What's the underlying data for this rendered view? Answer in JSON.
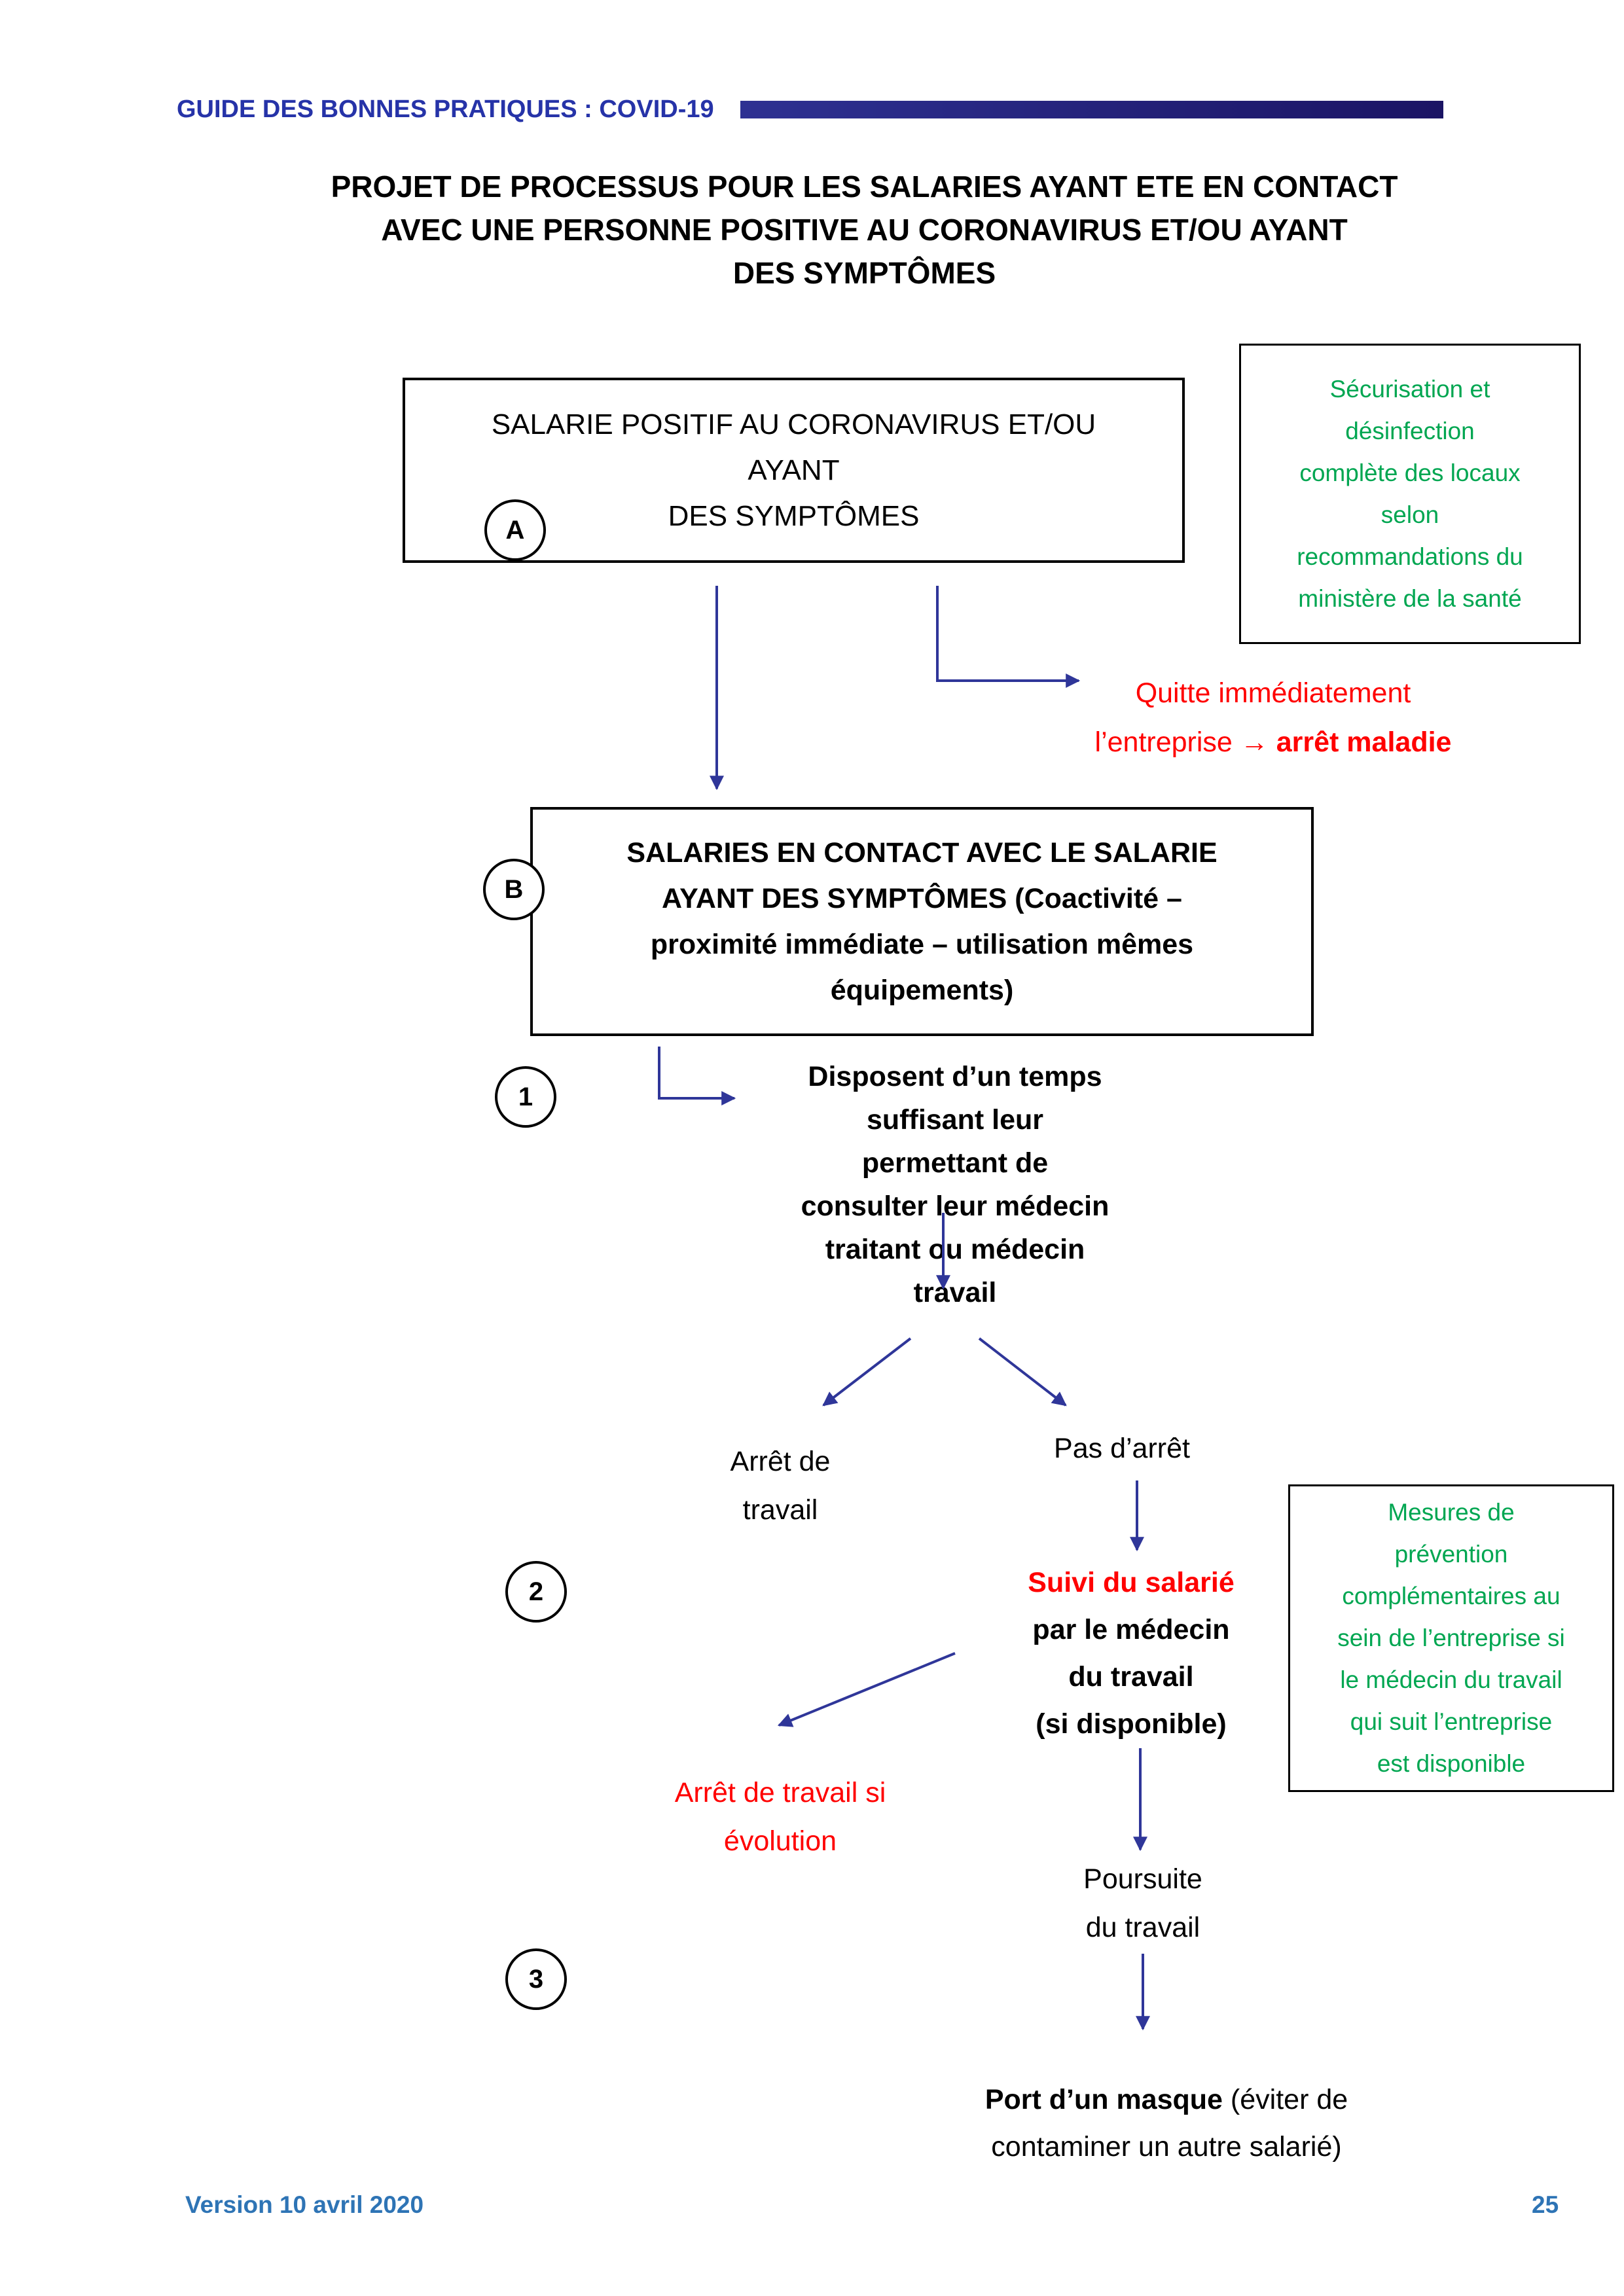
{
  "colors": {
    "header_blue": "#2633a8",
    "bar_start": "#2e3192",
    "bar_end": "#1b1464",
    "green": "#00a651",
    "red": "#ff0000",
    "arrow": "#2f3699",
    "footer_blue": "#2e74b5"
  },
  "header": {
    "title": "GUIDE DES BONNES PRATIQUES : COVID-19"
  },
  "document_title_lines": [
    "PROJET DE PROCESSUS POUR LES SALARIES AYANT ETE EN CONTACT",
    "AVEC UNE PERSONNE POSITIVE AU CORONAVIRUS ET/OU AYANT",
    "DES SYMPTÔMES"
  ],
  "flow": {
    "badge_a": "A",
    "badge_b": "B",
    "badge_1": "1",
    "badge_2": "2",
    "badge_3": "3",
    "box_positive_lines": [
      "SALARIE POSITIF AU CORONAVIRUS ET/OU",
      "AYANT",
      "DES SYMPTÔMES"
    ],
    "note_disinfection_lines": [
      "Sécurisation et",
      "désinfection",
      "complète des locaux",
      "selon",
      "recommandations du",
      "ministère de la santé"
    ],
    "exit_note": {
      "normal": "Quitte immédiatement l’entreprise ",
      "arrow_icon": "→",
      "bold": " arrêt maladie"
    },
    "box_contact_lines": [
      "SALARIES EN CONTACT AVEC LE SALARIE",
      "AYANT DES SYMPTÔMES (Coactivité –",
      "proximité immédiate – utilisation mêmes",
      "équipements)"
    ],
    "step1_lines": [
      "Disposent d’un temps",
      "suffisant leur",
      "permettant de",
      "consulter leur médecin",
      "traitant ou médecin",
      "travail"
    ],
    "arret_travail_lines": [
      "Arrêt de",
      "travail"
    ],
    "pas_darret": "Pas d’arrêt",
    "suivi": {
      "highlight": "Suivi du salarié",
      "lines": [
        "par le médecin",
        "du travail",
        "(si disponible)"
      ]
    },
    "note_mesures_lines": [
      "Mesures de",
      "prévention",
      "complémentaires au",
      "sein de l’entreprise si",
      "le médecin du travail",
      "qui suit l’entreprise",
      "est disponible"
    ],
    "arret_evolution_lines": [
      "Arrêt de travail si",
      "évolution"
    ],
    "poursuite_lines": [
      "Poursuite",
      "du travail"
    ],
    "masque": {
      "bold": "Port d’un masque",
      "normal": " (éviter de contaminer un autre salarié)"
    }
  },
  "footer": {
    "version": "Version 10 avril 2020",
    "page_number": "25"
  }
}
